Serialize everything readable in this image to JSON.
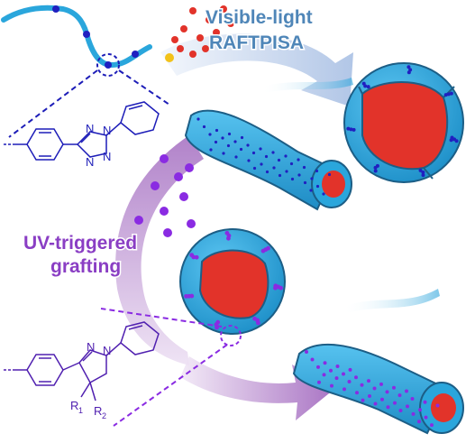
{
  "labels": {
    "step1_line1": "Visible-light",
    "step1_line2": "RAFTPISA",
    "step2_line1": "UV-triggered",
    "step2_line2": "grafting"
  },
  "tetrazole": {
    "atoms": [
      "N",
      "N",
      "N",
      "N"
    ]
  },
  "pyrazoline": {
    "atoms": [
      "N",
      "N"
    ],
    "substituents": [
      {
        "main": "R",
        "sub": "1"
      },
      {
        "main": "R",
        "sub": "2"
      }
    ]
  },
  "colors": {
    "core": "#e2332a",
    "shell": "#29a3db",
    "chain": "#2aa6dc",
    "tetrazole_dot": "#2020c0",
    "grafted_dot": "#8a2be2",
    "visible_arrow": "#b6c9e6",
    "uv_arrow": "#a56cc1",
    "label_visible": "#4f86b8",
    "label_uv": "#8a3ec4"
  }
}
